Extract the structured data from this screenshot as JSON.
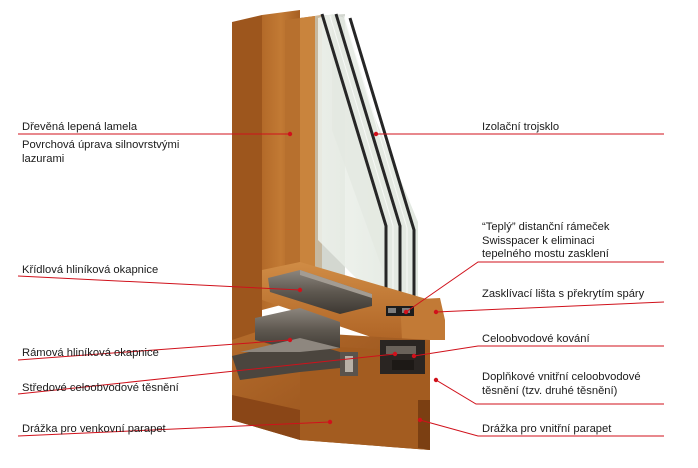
{
  "labels_left": [
    {
      "id": "laminated-wood",
      "text": "Dřevěná lepená lamela"
    },
    {
      "id": "surface-finish",
      "lines": [
        "Povrchová úprava silnovrstvými",
        "lazurami"
      ]
    },
    {
      "id": "sash-drip",
      "text": "Křídlová hliníková okapnice"
    },
    {
      "id": "frame-drip",
      "text": "Rámová hliníková okapnice"
    },
    {
      "id": "center-seal",
      "text": "Středové celoobvodové těsnění"
    },
    {
      "id": "outer-sill-groove",
      "text": "Drážka pro venkovní parapet"
    }
  ],
  "labels_right": [
    {
      "id": "triple-glazing",
      "text": "Izolační trojsklo"
    },
    {
      "id": "warm-spacer",
      "lines": [
        "“Teplý” distanční rámeček",
        "Swisspacer k eliminaci",
        "tepelného mostu zasklení"
      ]
    },
    {
      "id": "glazing-bead",
      "text": "Zasklívací lišta s překrytím spáry"
    },
    {
      "id": "hardware",
      "text": "Celoobvodové kování"
    },
    {
      "id": "inner-seal",
      "lines": [
        "Doplňkové vnitřní celoobvodové",
        "těsnění (tzv. druhé těsnění)"
      ]
    },
    {
      "id": "inner-sill-groove",
      "text": "Drážka pro vnitřní parapet"
    }
  ],
  "colors": {
    "leader": "#d0111b",
    "wood_light": "#c0772f",
    "wood_mid": "#a85f22",
    "wood_dark": "#7a3e12",
    "aluminium": "#7b746c",
    "glass": "#e6ece4"
  }
}
